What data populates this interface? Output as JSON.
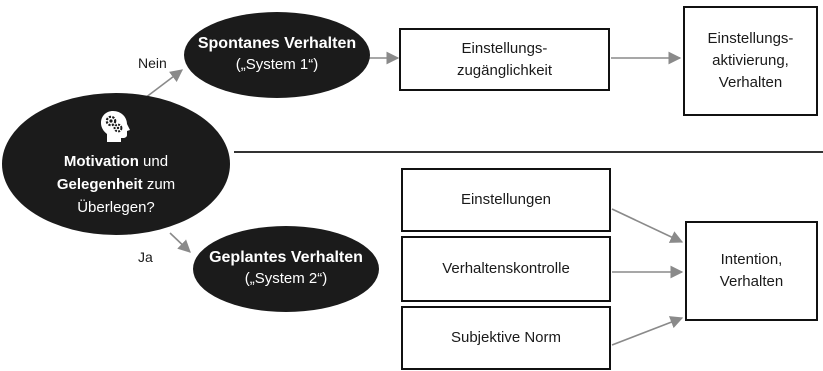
{
  "left_node": {
    "icon": "head-gears-icon",
    "line1_bold": "Motivation",
    "line1_rest": " und",
    "line2_bold": "Gelegenheit",
    "line2_rest": " zum",
    "line3": "Überlegen?"
  },
  "branches": {
    "nein_label": "Nein",
    "ja_label": "Ja"
  },
  "spontaneous": {
    "title": "Spontanes Verhalten",
    "subtitle": "(„System 1“)",
    "box_line1": "Einstellungs-",
    "box_line2": "zugänglichkeit",
    "result_line1": "Einstellungs-",
    "result_line2": "aktivierung,",
    "result_line3": "Verhalten"
  },
  "planned": {
    "title": "Geplantes Verhalten",
    "subtitle": "(„System 2“)",
    "factor1": "Einstellungen",
    "factor2": "Verhaltenskontrolle",
    "factor3": "Subjektive Norm",
    "result_line1": "Intention,",
    "result_line2": "Verhalten"
  },
  "colors": {
    "ellipse_fill": "#1b1b1b",
    "arrow": "#8a8a8a",
    "divider": "#333333"
  }
}
